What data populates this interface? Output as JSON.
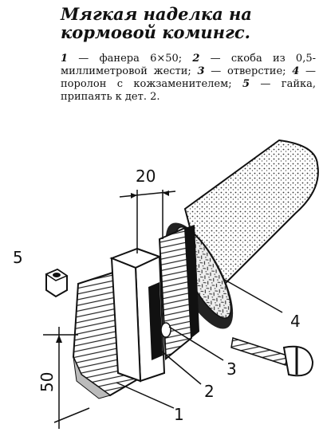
{
  "title": "Мягкая наделка на кормовой комингс.",
  "legend": [
    {
      "num": "1",
      "text": "фанера 6×50; "
    },
    {
      "num": "2",
      "text": "скоба из 0,5-миллиметровой жести; "
    },
    {
      "num": "3",
      "text": "отверстие; "
    },
    {
      "num": "4",
      "text": "поролон с кожзаменителем; "
    },
    {
      "num": "5",
      "text": "гайка, припаять к дет. 2."
    }
  ],
  "callouts": [
    "1",
    "2",
    "3",
    "4",
    "5"
  ],
  "dimensions": {
    "width": "20",
    "height": "50"
  }
}
